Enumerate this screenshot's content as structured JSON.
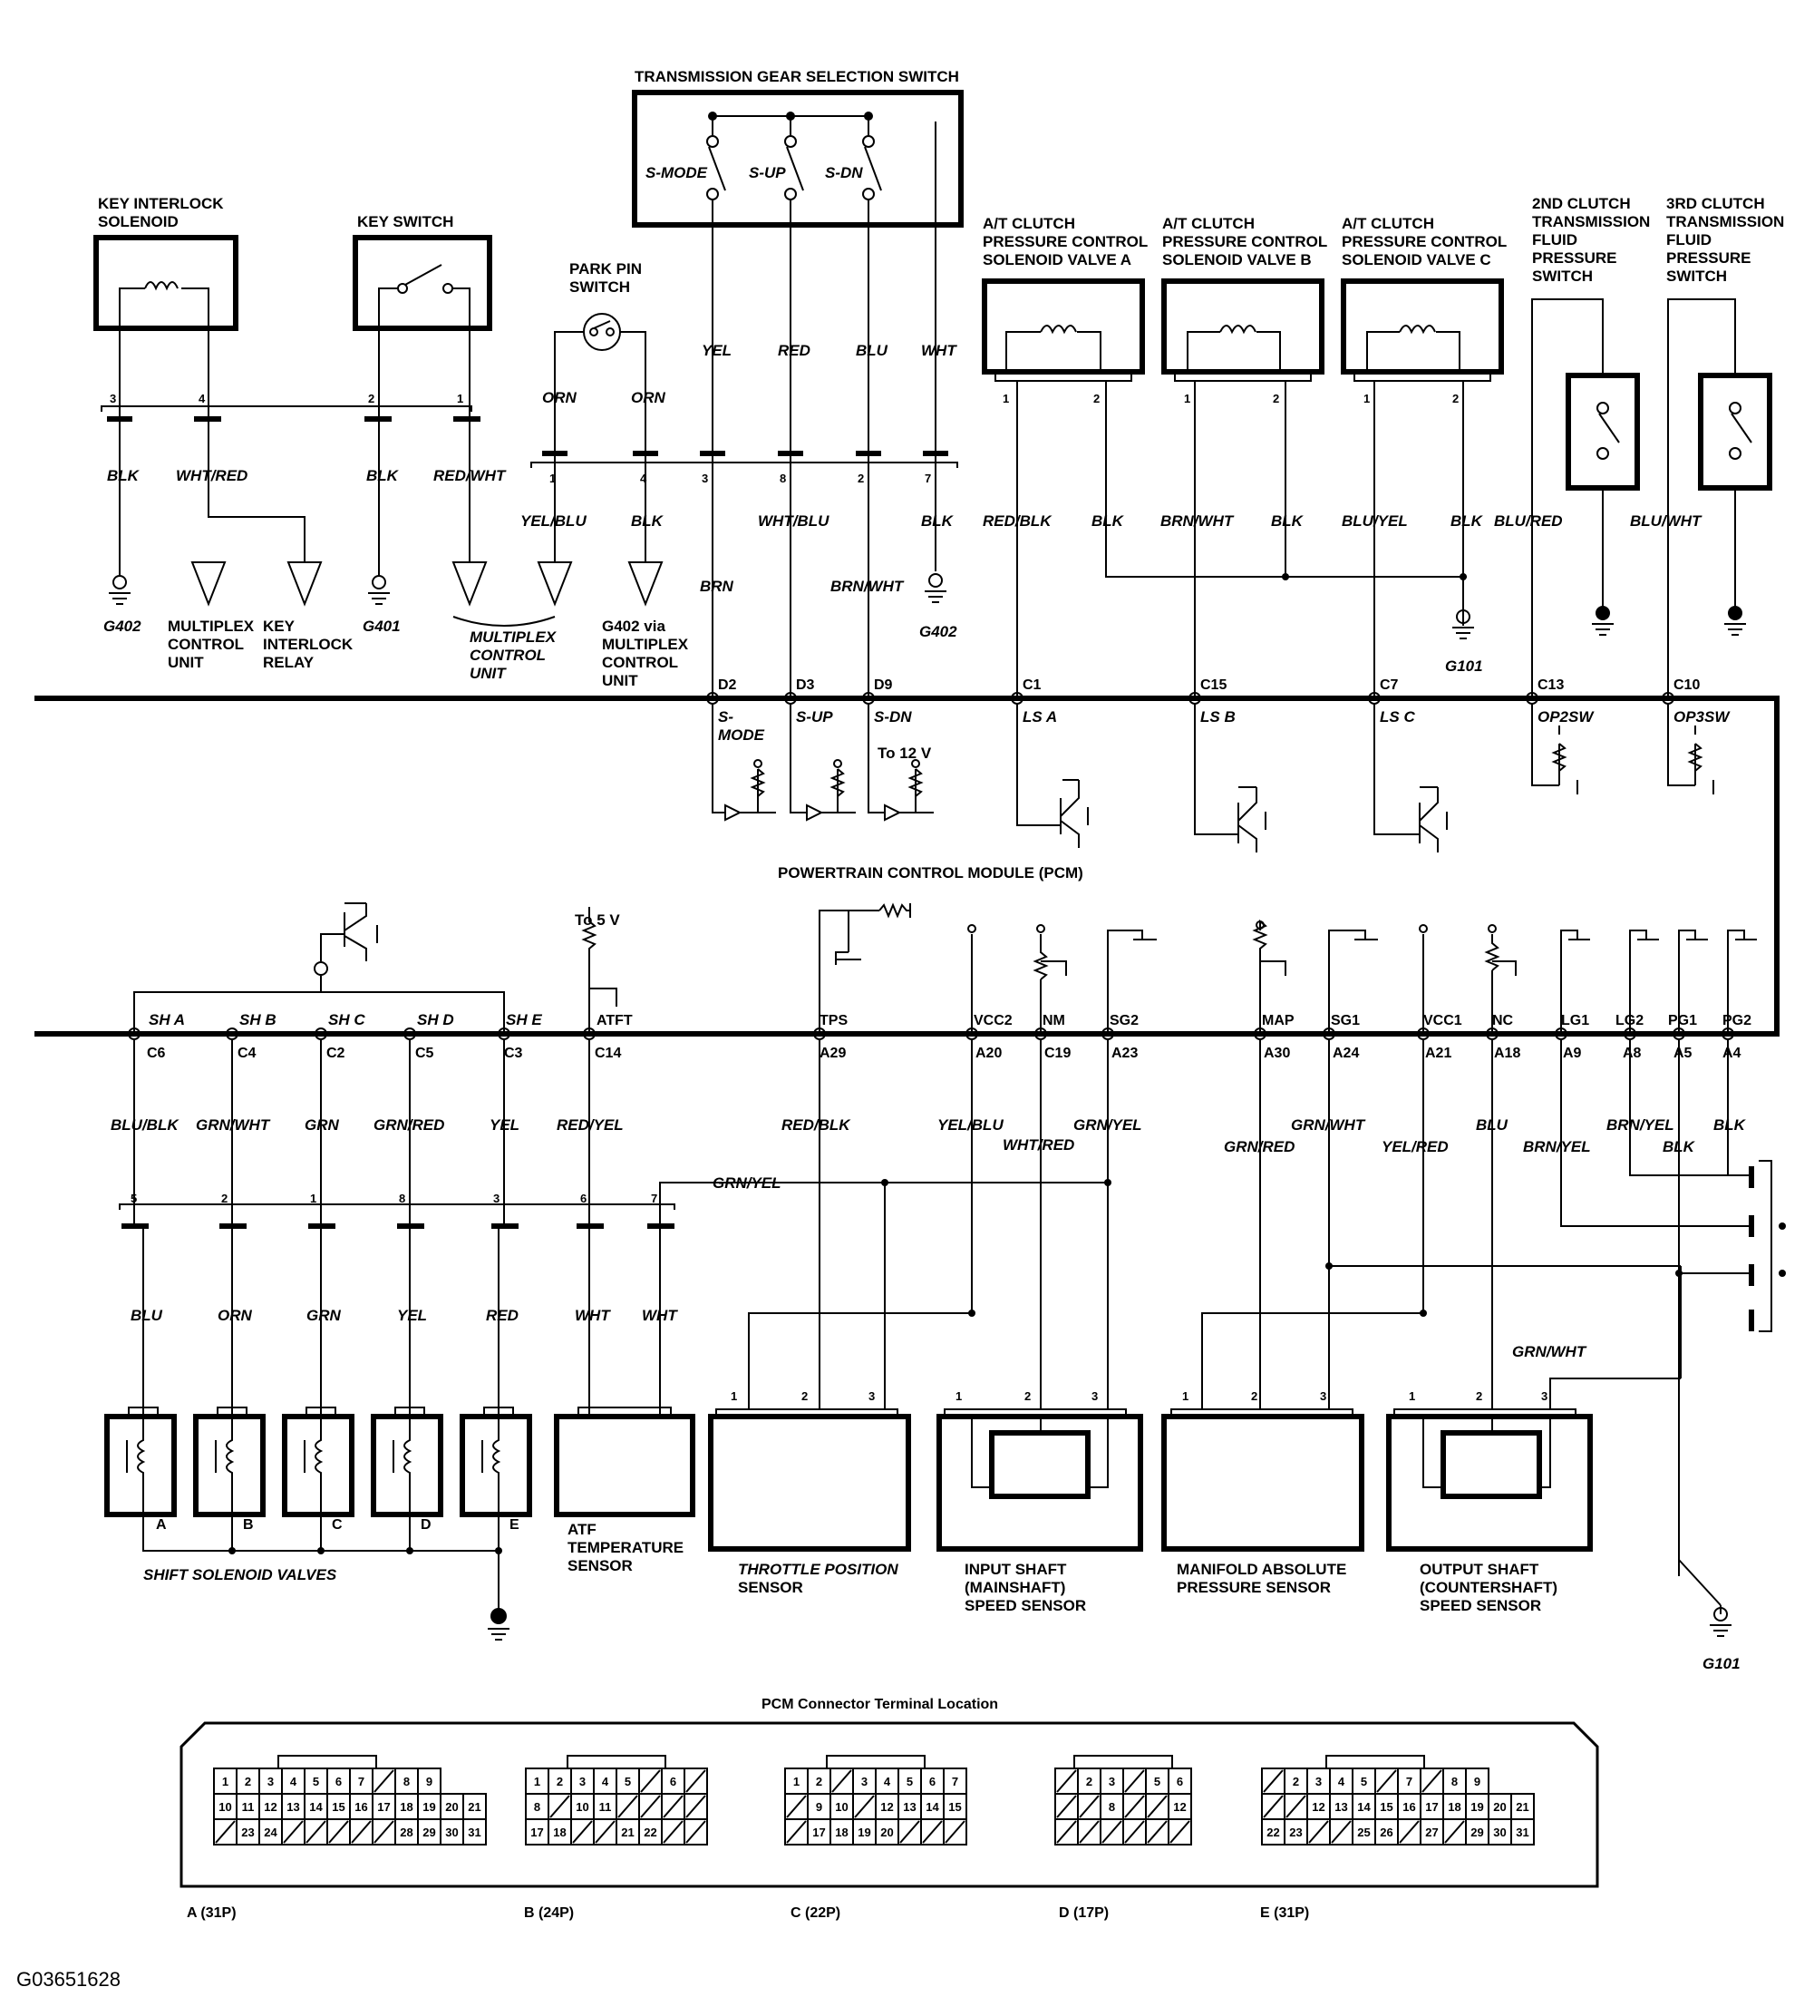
{
  "components": {
    "trans_switch": "TRANSMISSION GEAR SELECTION SWITCH",
    "s_mode": "S-MODE",
    "s_up": "S-UP",
    "s_dn": "S-DN",
    "key_interlock": [
      "KEY INTERLOCK",
      "SOLENOID"
    ],
    "key_switch": "KEY SWITCH",
    "park_pin": [
      "PARK PIN",
      "SWITCH"
    ],
    "at_clutch_a": [
      "A/T CLUTCH",
      "PRESSURE CONTROL",
      "SOLENOID VALVE A"
    ],
    "at_clutch_b": [
      "A/T CLUTCH",
      "PRESSURE CONTROL",
      "SOLENOID VALVE B"
    ],
    "at_clutch_c": [
      "A/T CLUTCH",
      "PRESSURE CONTROL",
      "SOLENOID VALVE C"
    ],
    "clutch2": [
      "2ND CLUTCH",
      "TRANSMISSION",
      "FLUID",
      "PRESSURE",
      "SWITCH"
    ],
    "clutch3": [
      "3RD CLUTCH",
      "TRANSMISSION",
      "FLUID",
      "PRESSURE",
      "SWITCH"
    ],
    "pcm": "POWERTRAIN CONTROL MODULE (PCM)",
    "shift_solenoids": "SHIFT SOLENOID VALVES",
    "atf_sensor": [
      "ATF",
      "TEMPERATURE",
      "SENSOR"
    ],
    "tps": [
      "THROTTLE POSITION",
      "SENSOR"
    ],
    "input_shaft": [
      "INPUT SHAFT",
      "(MAINSHAFT)",
      "SPEED SENSOR"
    ],
    "map": [
      "MANIFOLD ABSOLUTE",
      "PRESSURE SENSOR"
    ],
    "output_shaft": [
      "OUTPUT SHAFT",
      "(COUNTERSHAFT)",
      "SPEED SENSOR"
    ],
    "mux_unit": [
      "MULTIPLEX",
      "CONTROL",
      "UNIT"
    ],
    "key_relay": [
      "KEY",
      "INTERLOCK",
      "RELAY"
    ],
    "mux_unit2": [
      "MULTIPLEX",
      "CONTROL",
      "UNIT"
    ],
    "g402_via": [
      "G402 via",
      "MULTIPLEX",
      "CONTROL",
      "UNIT"
    ],
    "to_12v": "To 12 V",
    "to_5v": "To 5 V"
  },
  "grounds": {
    "g402a": "G402",
    "g401": "G401",
    "g402b": "G402",
    "g101a": "G101",
    "g101b": "G101"
  },
  "wires": {
    "blk": "BLK",
    "wht_red": "WHT/RED",
    "red_wht": "RED/WHT",
    "orn": "ORN",
    "yel_blu": "YEL/BLU",
    "yel": "YEL",
    "red": "RED",
    "blu": "BLU",
    "wht": "WHT",
    "brn": "BRN",
    "wht_blu": "WHT/BLU",
    "brn_wht": "BRN/WHT",
    "red_blk": "RED/BLK",
    "blu_yel": "BLU/YEL",
    "blu_red": "BLU/RED",
    "blu_wht": "BLU/WHT",
    "blu_blk": "BLU/BLK",
    "grn_wht": "GRN/WHT",
    "grn": "GRN",
    "grn_red": "GRN/RED",
    "red_yel": "RED/YEL",
    "grn_yel": "GRN/YEL",
    "yel_red": "YEL/RED",
    "brn_yel": "BRN/YEL"
  },
  "top_pins": [
    {
      "name": "D2",
      "func": "S-"
    },
    {
      "name": "D3",
      "func": "S-UP"
    },
    {
      "name": "D9",
      "func": "S-DN"
    },
    {
      "name": "C1",
      "func": "LS A"
    },
    {
      "name": "C15",
      "func": "LS B"
    },
    {
      "name": "C7",
      "func": "LS C"
    },
    {
      "name": "C13",
      "func": "OP2SW"
    },
    {
      "name": "C10",
      "func": "OP3SW"
    }
  ],
  "s_mode_cont": "MODE",
  "bottom_pins": [
    {
      "func": "SH A",
      "name": "C6"
    },
    {
      "func": "SH B",
      "name": "C4"
    },
    {
      "func": "SH C",
      "name": "C2"
    },
    {
      "func": "SH D",
      "name": "C5"
    },
    {
      "func": "SH E",
      "name": "C3"
    },
    {
      "func": "ATFT",
      "name": "C14"
    },
    {
      "func": "TPS",
      "name": "A29"
    },
    {
      "func": "VCC2",
      "name": "A20"
    },
    {
      "func": "NM",
      "name": "C19"
    },
    {
      "func": "SG2",
      "name": "A23"
    },
    {
      "func": "MAP",
      "name": "A30"
    },
    {
      "func": "SG1",
      "name": "A24"
    },
    {
      "func": "VCC1",
      "name": "A21"
    },
    {
      "func": "NC",
      "name": "A18"
    },
    {
      "func": "LG1",
      "name": "A9"
    },
    {
      "func": "LG2",
      "name": "A8"
    },
    {
      "func": "PG1",
      "name": "A5"
    },
    {
      "func": "PG2",
      "name": "A4"
    }
  ],
  "solenoid_letters": [
    "A",
    "B",
    "C",
    "D",
    "E"
  ],
  "connector_pins": {
    "key_left": [
      "3",
      "4",
      "2",
      "1"
    ],
    "park": [
      "1",
      "4",
      "3",
      "8",
      "2",
      "7"
    ],
    "clutch": [
      "1",
      "2"
    ],
    "shift": [
      "5",
      "2",
      "1",
      "8",
      "3",
      "6",
      "7"
    ],
    "sensor": [
      "1",
      "2",
      "3"
    ]
  },
  "pcm_connector": {
    "title": "PCM Connector Terminal Location",
    "labels": [
      "A (31P)",
      "B (24P)",
      "C (22P)",
      "D (17P)",
      "E (31P)"
    ],
    "A": [
      [
        "1",
        "2",
        "3",
        "4",
        "5",
        "6",
        "7",
        "",
        "8",
        "9"
      ],
      [
        "10",
        "11",
        "12",
        "13",
        "14",
        "15",
        "16",
        "17",
        "18",
        "19",
        "20",
        "21"
      ],
      [
        "",
        "23",
        "24",
        "",
        "",
        "",
        "",
        "",
        "28",
        "29",
        "30",
        "31"
      ]
    ],
    "B": [
      [
        "1",
        "2",
        "3",
        "4",
        "5",
        "",
        "6",
        ""
      ],
      [
        "8",
        "",
        "10",
        "11",
        "",
        "",
        "",
        ""
      ],
      [
        "17",
        "18",
        "",
        "",
        "21",
        "22",
        "",
        ""
      ]
    ],
    "C": [
      [
        "1",
        "2",
        "",
        "3",
        "4",
        "5",
        "6",
        "7"
      ],
      [
        "",
        "9",
        "10",
        "",
        "12",
        "13",
        "14",
        "15"
      ],
      [
        "",
        "17",
        "18",
        "19",
        "20",
        "",
        "",
        ""
      ]
    ],
    "D": [
      [
        "",
        "2",
        "3",
        "",
        "5",
        "6"
      ],
      [
        "",
        "",
        "8",
        "",
        "",
        "12"
      ],
      [
        "",
        "",
        "",
        "",
        "",
        ""
      ]
    ],
    "E": [
      [
        "",
        "2",
        "3",
        "4",
        "5",
        "",
        "7",
        "",
        "8",
        "9"
      ],
      [
        "",
        "",
        "12",
        "13",
        "14",
        "15",
        "16",
        "17",
        "18",
        "19",
        "20",
        "21"
      ],
      [
        "22",
        "23",
        "",
        "",
        "25",
        "26",
        "",
        "27",
        "",
        "29",
        "30",
        "31"
      ]
    ]
  },
  "figure_id": "G03651628"
}
